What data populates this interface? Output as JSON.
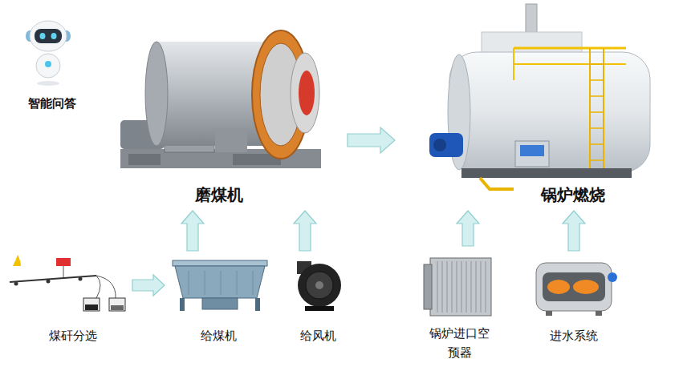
{
  "diagram": {
    "nodes": [
      {
        "text": [
          "智能问答"
        ]
      },
      {
        "text": [
          "磨煤机"
        ]
      },
      {
        "text": [
          "锅炉燃烧"
        ]
      },
      {
        "text": [
          "煤矸分选"
        ]
      },
      {
        "text": [
          "给煤机"
        ]
      },
      {
        "text": [
          "给风机"
        ]
      },
      {
        "text": [
          "锅炉进口空 预器"
        ]
      },
      {
        "text": [
          "进水系统"
        ]
      }
    ],
    "edges": [
      {
        "from": 1,
        "to": 2,
        "arrow": "to"
      },
      {
        "from": 3,
        "to": 4,
        "arrow": "to"
      },
      {
        "from": 4,
        "to": 1,
        "arrow": "to"
      },
      {
        "from": 5,
        "to": 1,
        "arrow": "to"
      },
      {
        "from": 6,
        "to": 2,
        "arrow": "to"
      },
      {
        "from": 7,
        "to": 2,
        "arrow": "to"
      }
    ]
  }
}
